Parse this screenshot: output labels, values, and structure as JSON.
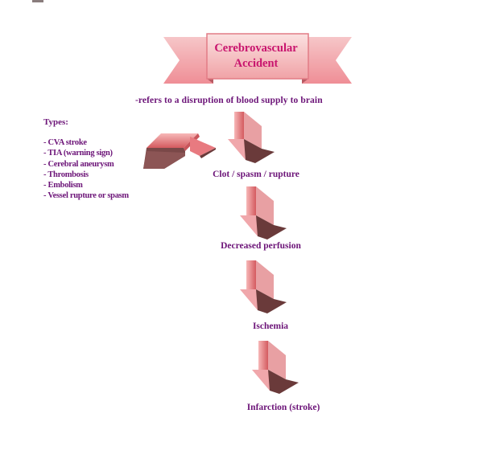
{
  "diagram": {
    "title_lines": [
      "Cerebrovascular",
      "Accident"
    ],
    "subtitle": "-refers to a disruption of blood supply to brain",
    "types": {
      "heading": "Types:",
      "items": [
        "- CVA stroke",
        "- TIA (warning sign)",
        "- Cerebral aneurysm",
        "- Thrombosis",
        "- Embolism",
        "- Vessel rupture or spasm"
      ]
    },
    "flow_steps": [
      "Clot / spasm / rupture",
      "Decreased perfusion",
      "Ischemia",
      "Infarction (stroke)"
    ]
  },
  "colors": {
    "title_text": "#c8146e",
    "body_text": "#6c1478",
    "arrow_light": "#f4aaaa",
    "arrow_mid": "#d86a6a",
    "arrow_dark": "#6a3a3a",
    "banner": "#f2a3a8"
  }
}
